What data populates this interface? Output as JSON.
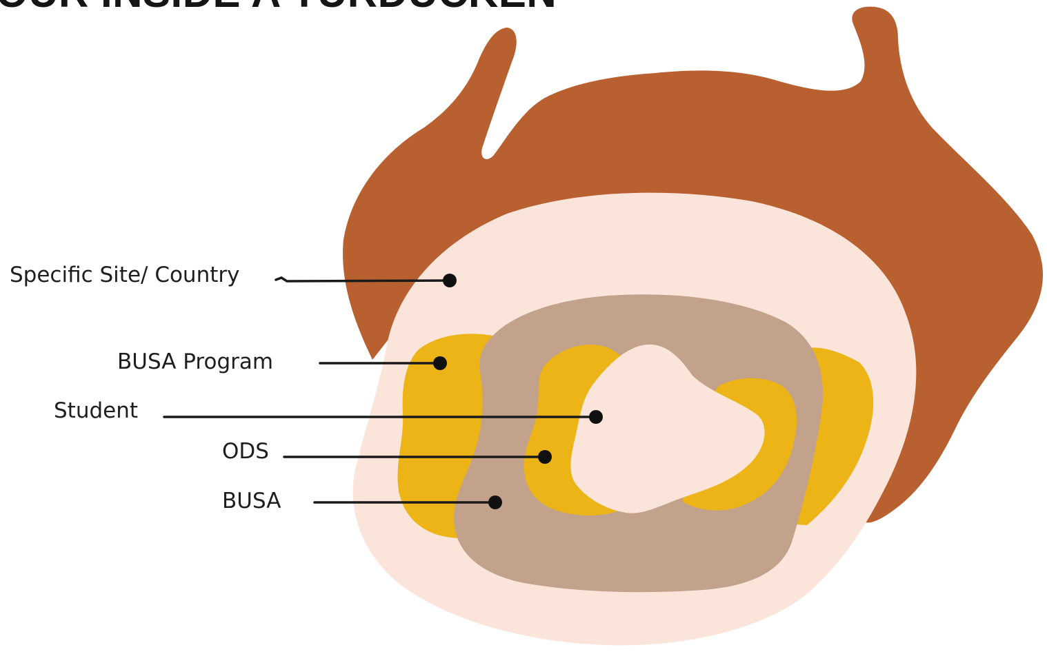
{
  "diagram": {
    "title": "OUR INSIDE A TURDUCKEN",
    "labels": {
      "site": "Specific Site/ Country",
      "program": "BUSA Program",
      "student": "Student",
      "ods": "ODS",
      "busa": "BUSA"
    },
    "colors": {
      "outer_shell": "#b86030",
      "site_layer": "#fbe5da",
      "program_layer": "#ecb416",
      "busa_layer": "#c2a28a",
      "student_core": "#fbe5da",
      "leader_line": "#1a1a1a"
    }
  }
}
